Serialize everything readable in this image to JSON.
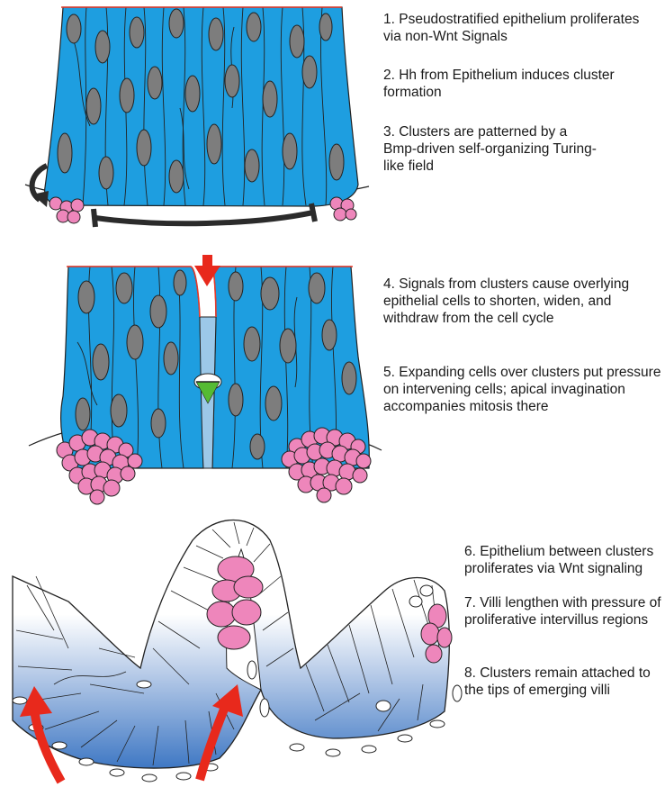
{
  "panels": [
    {
      "steps": [
        "1. Pseudostratified epithelium proliferates via non-Wnt Signals",
        "2. Hh from Epithelium induces cluster formation",
        "3. Clusters are patterned by a Bmp-driven self-organizing Turing-like field"
      ]
    },
    {
      "steps": [
        "4. Signals from clusters cause overlying epithelial cells to shorten, widen, and withdraw from the cell cycle",
        "5. Expanding cells over clusters put pressure on intervening cells; apical invagination accompanies mitosis there"
      ]
    },
    {
      "steps": [
        "6. Epithelium between clusters proliferates via Wnt signaling",
        "7. Villi lengthen with pressure of proliferative intervillus regions",
        "8. Clusters remain attached to the tips of emerging villi"
      ]
    }
  ],
  "colors": {
    "epithelium": "#1e9ee0",
    "nucleus": "#7d7d7d",
    "cluster": "#ee86bb",
    "apical_line": "#e83a2a",
    "arrow_red": "#e8291c",
    "arrow_dark": "#2b2b2b",
    "villus_gradient_top": "#ffffff",
    "villus_gradient_bottom": "#3f78c4",
    "spindle": "#55bb33"
  }
}
